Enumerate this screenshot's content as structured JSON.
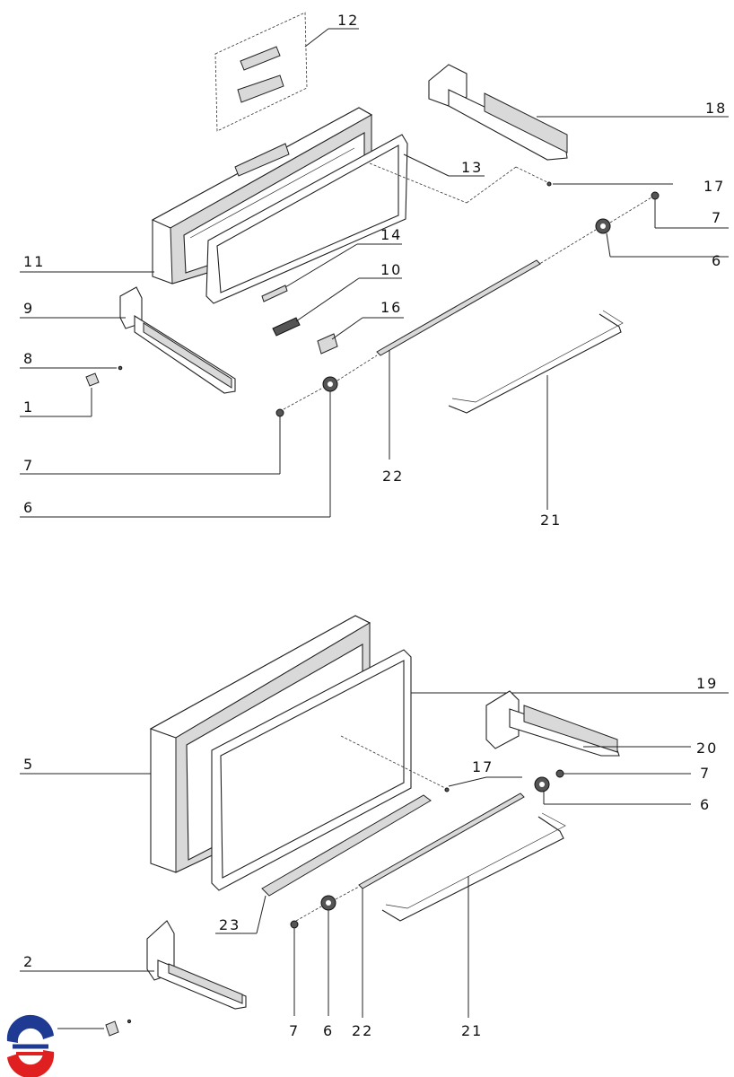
{
  "callouts": {
    "c12": "12",
    "c18": "18",
    "c13": "13",
    "c17_top": "17",
    "c7_top_right": "7",
    "c14": "14",
    "c11": "11",
    "c6_top_right": "6",
    "c10": "10",
    "c9": "9",
    "c16": "16",
    "c8": "8",
    "c1": "1",
    "c7_top_left": "7",
    "c22_top": "22",
    "c6_top_left": "6",
    "c21_top": "21",
    "c19": "19",
    "c20": "20",
    "c5": "5",
    "c17_bottom": "17",
    "c7_bottom_right": "7",
    "c6_bottom_right": "6",
    "c23": "23",
    "c2": "2",
    "c7_bottom_left": "7",
    "c6_bottom_left": "6",
    "c22_bottom": "22",
    "c21_bottom": "21"
  },
  "logo": {
    "icon": "brand-logo-icon",
    "colors": [
      "#1f3a93",
      "#e02020"
    ]
  }
}
